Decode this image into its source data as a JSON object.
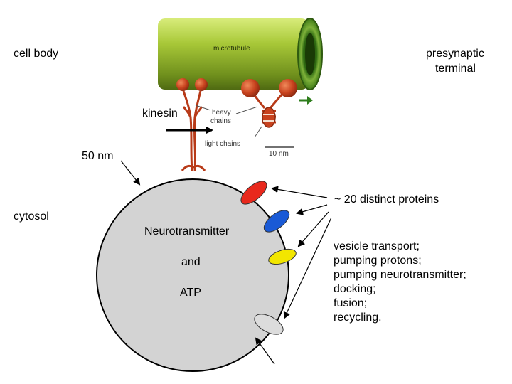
{
  "labels": {
    "cell_body": "cell body",
    "presynaptic_1": "presynaptic",
    "presynaptic_2": "terminal",
    "kinesin": "kinesin",
    "nm50": "50 nm",
    "cytosol": "cytosol",
    "proteins": "~ 20 distinct proteins",
    "neurotransmitter": "Neurotransmitter",
    "and": "and",
    "atp": "ATP"
  },
  "image_text": {
    "microtubule": "microtubule",
    "heavy": "heavy",
    "chains": "chains",
    "light_chains": "light chains",
    "scale": "10 nm"
  },
  "functions": [
    "vesicle transport;",
    "pumping protons;",
    "pumping neurotransmitter;",
    "docking;",
    "fusion;",
    "recycling."
  ],
  "colors": {
    "microtubule": "#9cbf2e",
    "kinesin": "#c8421e",
    "vesicle": "#d3d3d3",
    "protein_red": "#e8281c",
    "protein_blue": "#1a5ad6",
    "protein_yellow": "#f2e600",
    "protein_gray": "#dcdcdc"
  }
}
